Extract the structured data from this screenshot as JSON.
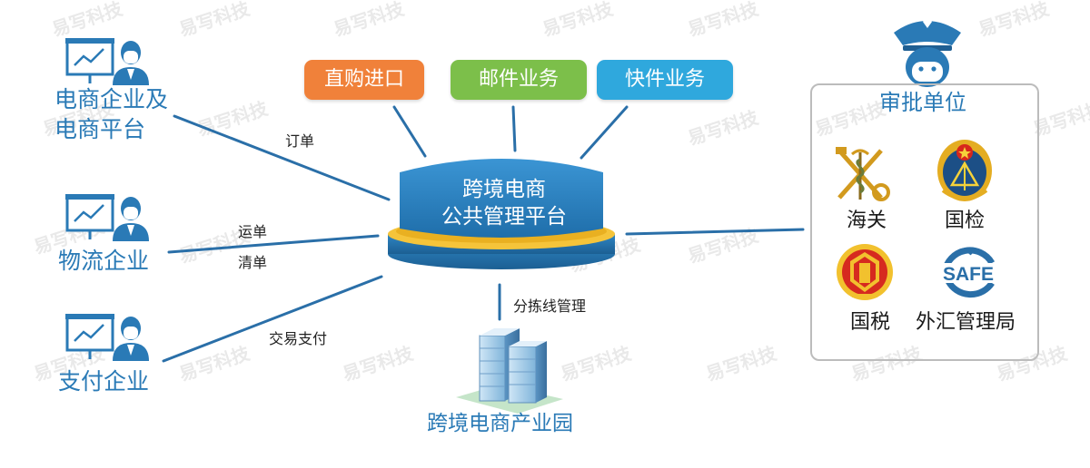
{
  "platform": {
    "line1": "跨境电商",
    "line2": "公共管理平台"
  },
  "services": [
    {
      "label": "直购进口",
      "color": "#f0813a"
    },
    {
      "label": "邮件业务",
      "color": "#7cbf4a"
    },
    {
      "label": "快件业务",
      "color": "#2fa8dd"
    }
  ],
  "left_nodes": {
    "ecommerce": {
      "line1": "电商企业及",
      "line2": "电商平台"
    },
    "logistics": {
      "label": "物流企业"
    },
    "payment": {
      "label": "支付企业"
    }
  },
  "edge_labels": {
    "order": "订单",
    "waybill": "运单",
    "manifest": "清单",
    "payment": "交易支付",
    "sorting": "分拣线管理"
  },
  "industrial_park": {
    "label": "跨境电商产业园"
  },
  "approval": {
    "title": "审批单位",
    "agencies": [
      {
        "label": "海关"
      },
      {
        "label": "国检"
      },
      {
        "label": "国税"
      },
      {
        "label": "外汇管理局"
      }
    ],
    "safe_logo_text": "SAFE"
  },
  "watermark": {
    "text": "易写科技"
  },
  "colors": {
    "blue": "#2a7ab6",
    "line": "#2a6fa8",
    "platform_top": "#2d86c6",
    "platform_ring": "#f5c43a",
    "grey_border": "#bcbcbc"
  }
}
